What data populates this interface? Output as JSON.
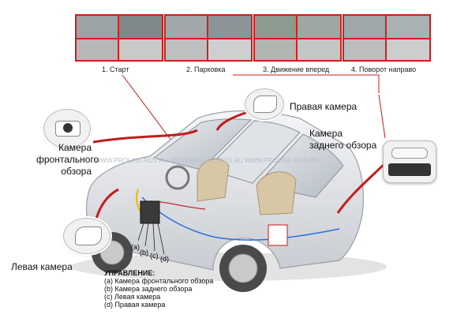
{
  "modes": [
    {
      "label": "1. Старт"
    },
    {
      "label": "2. Парковка"
    },
    {
      "label": "3. Движение вперед"
    },
    {
      "label": "4. Поворот направо"
    }
  ],
  "cameras": {
    "right": "Правая камера",
    "rear": "Камера\nзаднего обзора",
    "front": "Камера\nфронтального\nобзора",
    "left": "Левая камера"
  },
  "watermark": "WWW.PROLINE-RUS.RU    WWW.PROLINE-RUS.RU    WWW.PROLINE-RUS.RU",
  "markers": [
    "(a)",
    "(b)",
    "(c)",
    "(d)"
  ],
  "legend": {
    "title": "УПРАВЛЕНИЕ:",
    "items": [
      "(a) Камера фронтального обзора",
      "(b) Камера заднего обзора",
      "(c) Левая камера",
      "(d) Правая камера"
    ]
  },
  "colors": {
    "accent": "#c51b1b",
    "wire_blue": "#2a6fd8",
    "wire_yellow": "#e8b800"
  }
}
